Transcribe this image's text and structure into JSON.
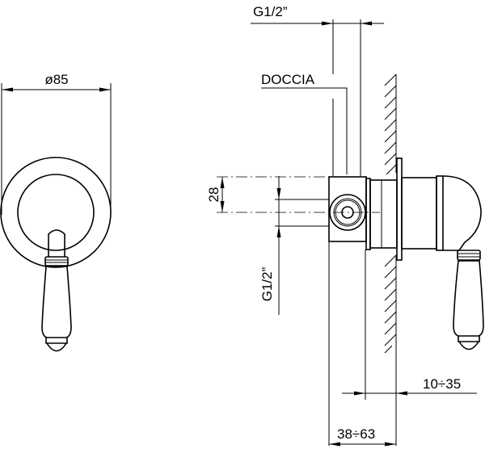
{
  "drawing": {
    "front_view": {
      "diameter_label": "ø85"
    },
    "side_view": {
      "top_connection_label": "G1/2”",
      "outlet_label": "DOCCIA",
      "centre_offset_label": "28",
      "side_connection_label": "G1/2”",
      "wall_depth_label": "10÷35",
      "body_depth_label": "38÷63"
    },
    "line_color": "#000000",
    "background_color": "#ffffff"
  }
}
